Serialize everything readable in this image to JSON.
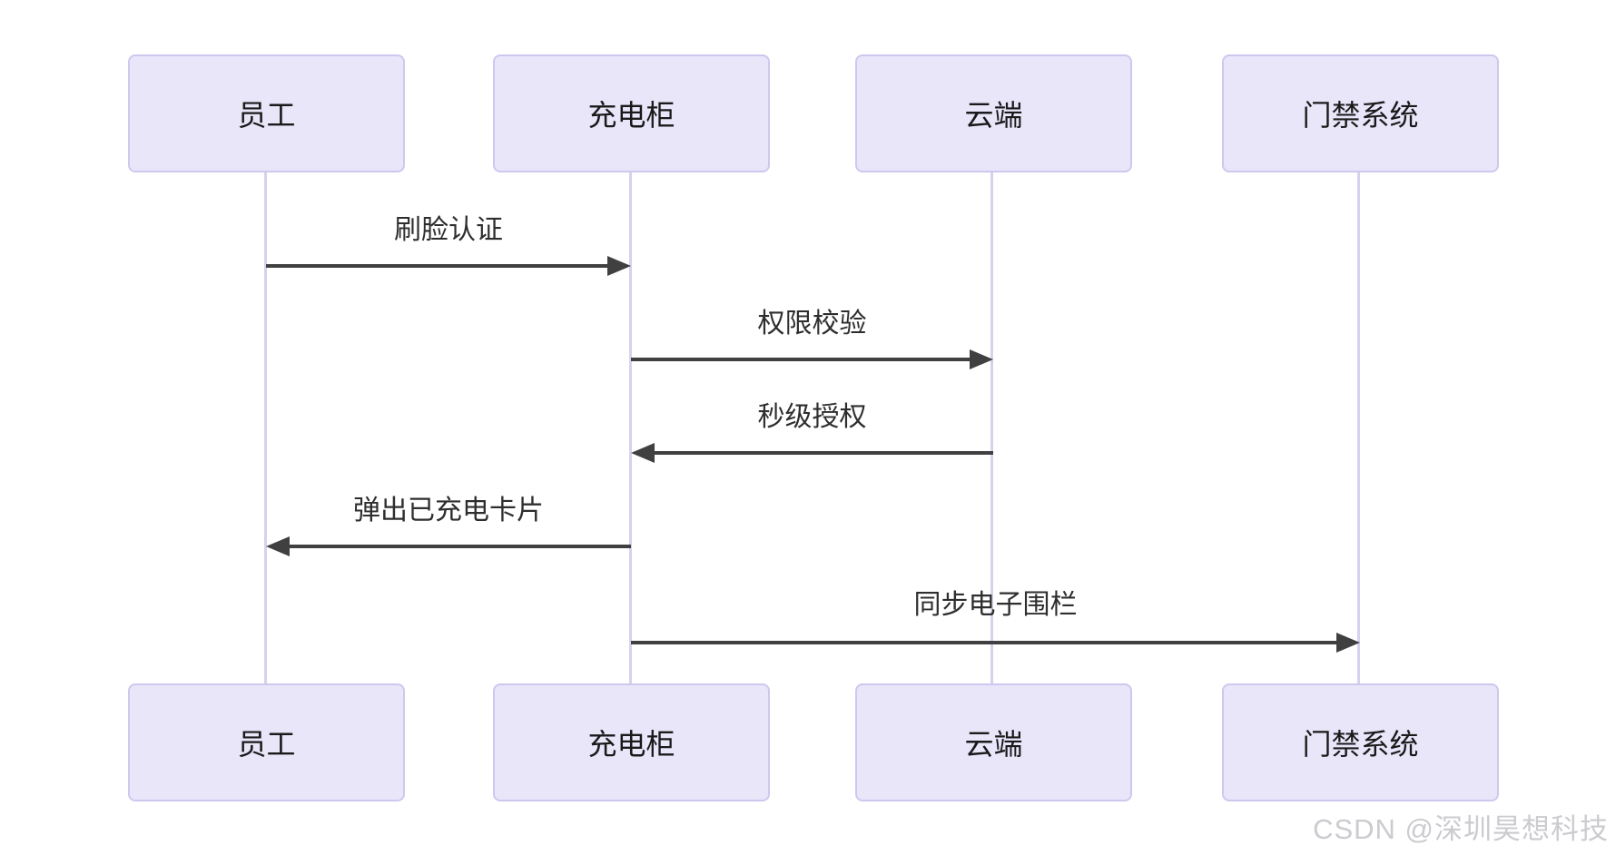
{
  "diagram": {
    "type": "sequence-diagram",
    "actors": [
      {
        "id": "employee",
        "label": "员工"
      },
      {
        "id": "charging-cabinet",
        "label": "充电柜"
      },
      {
        "id": "cloud",
        "label": "云端"
      },
      {
        "id": "access-control-system",
        "label": "门禁系统"
      }
    ],
    "messages": [
      {
        "from": "员工",
        "to": "充电柜",
        "label": "刷脸认证",
        "direction": "right"
      },
      {
        "from": "充电柜",
        "to": "云端",
        "label": "权限校验",
        "direction": "right"
      },
      {
        "from": "云端",
        "to": "充电柜",
        "label": "秒级授权",
        "direction": "left"
      },
      {
        "from": "充电柜",
        "to": "员工",
        "label": "弹出已充电卡片",
        "direction": "left"
      },
      {
        "from": "充电柜",
        "to": "门禁系统",
        "label": "同步电子围栏",
        "direction": "right"
      }
    ],
    "colors": {
      "actor_fill": "#e9e6fa",
      "actor_border": "#d0c7ee",
      "lifeline": "#d8d1ee",
      "arrow": "#404040",
      "message_text": "#2e2e2e",
      "actor_text": "#1a1a1a",
      "watermark_text": "#cbcbd0",
      "background": "#ffffff"
    }
  },
  "watermark": {
    "text": "CSDN @深圳昊想科技"
  }
}
